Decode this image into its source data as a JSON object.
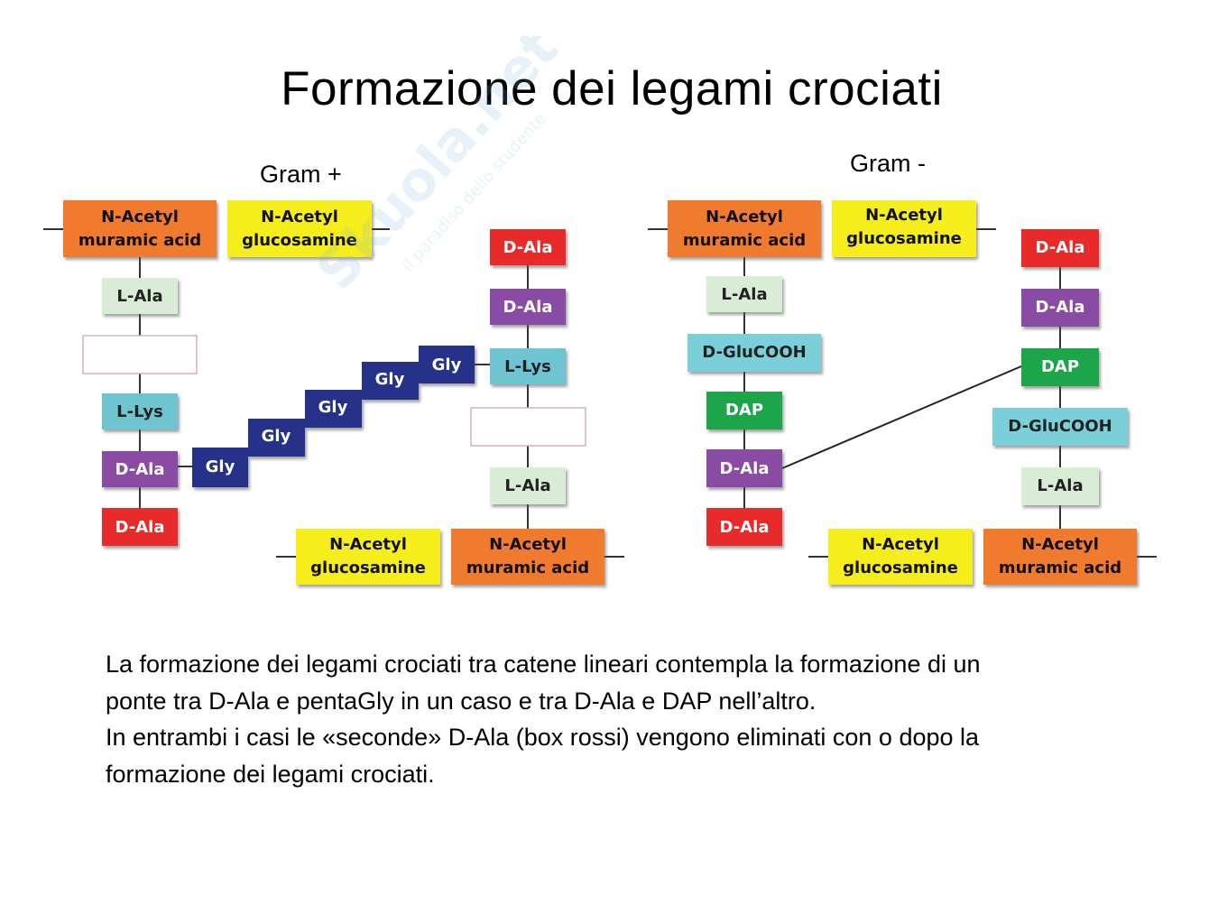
{
  "title": "Formazione dei legami crociati",
  "gram_positive_label": "Gram +",
  "gram_negative_label": "Gram -",
  "labels": {
    "nam_line1": "N-Acetyl",
    "nam_line2": "muramic acid",
    "nag_line1": "N-Acetyl",
    "nag_line2": "glucosamine",
    "d_ala": "D-Ala",
    "l_ala": "L-Ala",
    "l_lys": "L-Lys",
    "gly": "Gly",
    "d_glucooh": "D-GluCOOH",
    "dap": "DAP"
  },
  "colors": {
    "nam": "#f07a2f",
    "nag": "#f5ee1e",
    "d_ala_red": "#e8292c",
    "d_ala_purple": "#8a4ba5",
    "l_ala": "#d8ecd6",
    "l_lys": "#6ec4d0",
    "gly": "#26308a",
    "d_glucooh": "#7acfd9",
    "dap": "#1aa64a",
    "watermark": "#7fb6e0"
  },
  "watermark": {
    "brand": "Skuola.net",
    "tagline": "il paradiso dello studente"
  },
  "description": {
    "line1": "La formazione dei legami crociati tra catene lineari contempla la formazione di un",
    "line2": "ponte tra D-Ala e pentaGly in un caso e tra D-Ala e DAP nell’altro.",
    "line3": "In entrambi i casi le «seconde» D-Ala (box rossi) vengono eliminati con o dopo la",
    "line4": "formazione dei legami crociati."
  }
}
